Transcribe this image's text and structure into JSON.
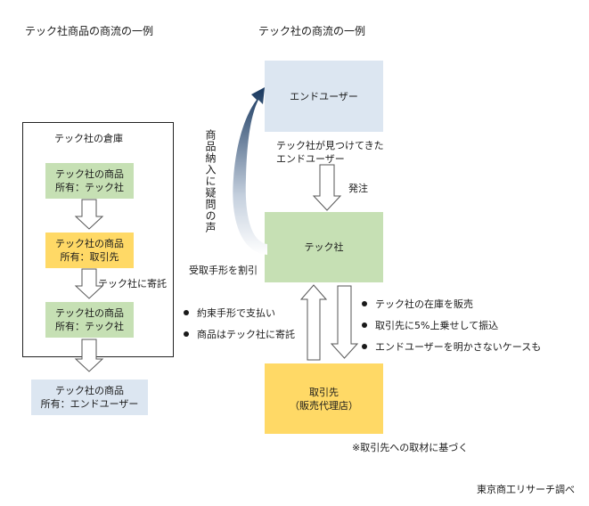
{
  "left_panel": {
    "title": "テック社商品の商流の一例",
    "warehouse_label": "テック社の倉庫",
    "box1": {
      "line1": "テック社の商品",
      "line2": "所有：テック社"
    },
    "box2": {
      "line1": "テック社の商品",
      "line2": "所有：取引先"
    },
    "consign_label": "テック社に寄託",
    "box3": {
      "line1": "テック社の商品",
      "line2": "所有：テック社"
    },
    "box4": {
      "line1": "テック社の商品",
      "line2": "所有：エンドユーザー"
    }
  },
  "right_panel": {
    "title": "テック社の商流の一例",
    "end_user": "エンドユーザー",
    "found_line1": "テック社が見つけてきた",
    "found_line2": "エンドユーザー",
    "order_label": "発注",
    "tech": "テック社",
    "doubt_label": "商品納入に疑問の声",
    "bill_label": "受取手形を割引",
    "partner_line1": "取引先",
    "partner_line2": "（販売代理店）",
    "left_bullets": [
      "約束手形で支払い",
      "商品はテック社に寄託"
    ],
    "right_bullets": [
      "テック社の在庫を販売",
      "取引先に5%上乗せして振込",
      "エンドユーザーを明かさないケースも"
    ],
    "note": "※取引先への取材に基づく"
  },
  "source": "東京商工リサーチ調べ",
  "colors": {
    "green": "#c6e0b4",
    "yellow": "#ffd966",
    "blue": "#dce6f1",
    "navy": "#17375e"
  }
}
